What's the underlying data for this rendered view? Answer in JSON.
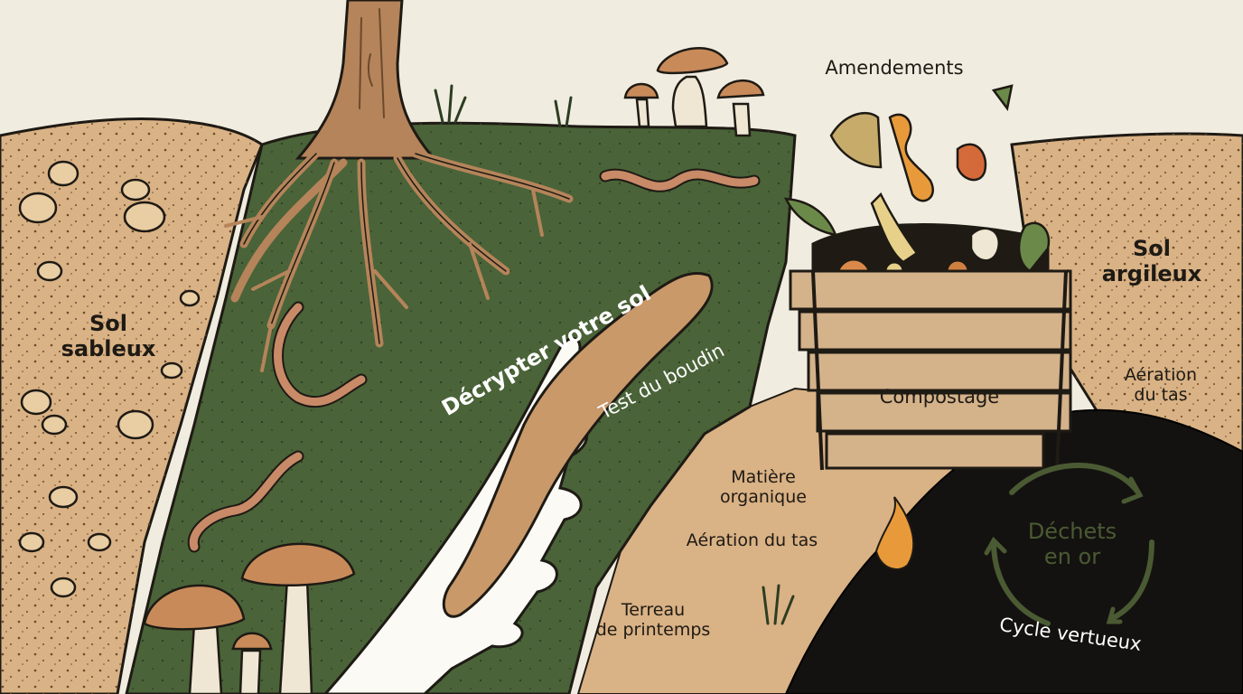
{
  "labels": {
    "sandy_soil": "Sol\nsableux",
    "clay_soil": "Sol\nargileux",
    "amendments": "Amendements",
    "decode_soil": "Décrypter votre sol",
    "sausage_test": "Test du boudin",
    "composting": "Compostage",
    "aeration_right": "Aération\ndu tas",
    "organic_matter": "Matière\norganique",
    "aeration_center": "Aération du tas",
    "spring_compost": "Terreau\nde printemps",
    "gold_waste": "Déchets\nen or",
    "virtuous_cycle": "Cycle vertueux"
  },
  "colors": {
    "sand": "#d9b285",
    "paper": "#f1ece0",
    "green": "#4a6338",
    "humus": "#141210",
    "wood": "#d4b28a",
    "root": "#b5845a",
    "worm": "#c98a68",
    "ink": "#1e1a14",
    "cycle": "#4a5a33"
  },
  "icons": [
    "tree-roots-icon",
    "mushroom-icon",
    "earthworm-icon",
    "hand-icon",
    "soil-sausage-icon",
    "compost-crate-icon",
    "food-scraps-icon",
    "cycle-arrows-icon"
  ]
}
